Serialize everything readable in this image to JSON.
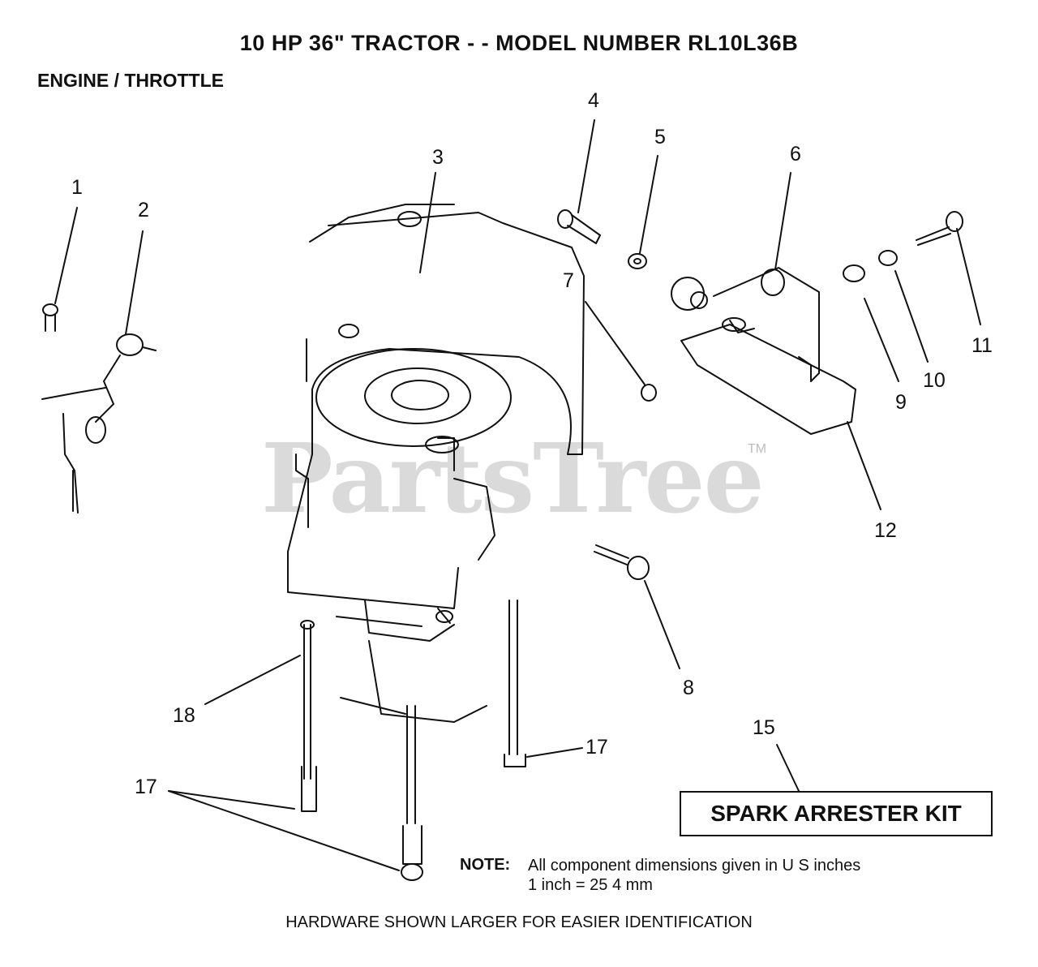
{
  "title": "10 HP 36\" TRACTOR - - MODEL NUMBER RL10L36B",
  "subtitle": "ENGINE / THROTTLE",
  "watermark": "PartsTree",
  "watermark_tm": "TM",
  "callouts": {
    "c1": "1",
    "c2": "2",
    "c3": "3",
    "c4": "4",
    "c5": "5",
    "c6": "6",
    "c7": "7",
    "c8": "8",
    "c9": "9",
    "c10": "10",
    "c11": "11",
    "c12": "12",
    "c15": "15",
    "c17a": "17",
    "c17b": "17",
    "c18": "18"
  },
  "kit_label": "SPARK ARRESTER KIT",
  "note_label": "NOTE:",
  "note_line1": "All component dimensions given in U S  inches",
  "note_line2": "1 inch = 25 4 mm",
  "footer": "HARDWARE SHOWN LARGER FOR EASIER IDENTIFICATION"
}
